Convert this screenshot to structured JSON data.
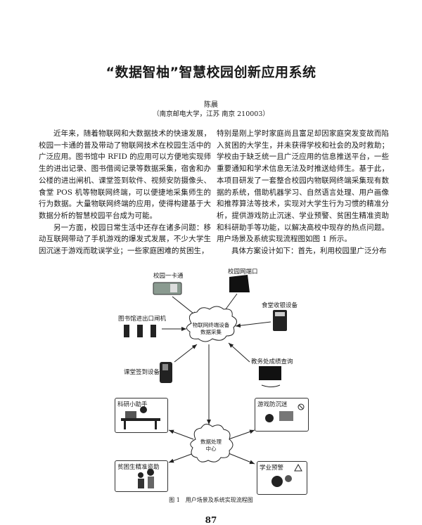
{
  "title": "“数据智柚”智慧校园创新应用系统",
  "author": "陈晨",
  "affiliation": "（南京邮电大学，江苏 南京 210003）",
  "left_column": [
    "近年来，随着物联网和大数据技术的快速发展，校园一卡通的普及带动了物联网技术在校园生活中的广泛应用。图书馆中 RFID 的应用可以方便地实现师生的进出记录、图书借阅记录等数据采集，宿舍和办公楼的进出闸机、课堂签到软件、视频安防摄像头、食堂 POS 机等物联网终端，可以便捷地采集师生的行为数据。大量物联网终端的应用，使得构建基于大数据分析的智慧校园平台成为可能。",
    "另一方面，校园日常生活中还存在诸多问题：移动互联网带动了手机游戏的爆发式发展，不少大学生因沉迷于游戏而耽误学业；一些家庭困难的贫困生，"
  ],
  "right_column": [
    "特别是刚上学时家庭尚且富足却因家庭突发变故而陷入贫困的大学生，并未获得学校和社会的及时救助；学校由于缺乏统一且广泛应用的信息推送平台，一些重要通知和学术信息无法及时推送给师生。基于此，本项目研发了一套整合校园内物联网终端采集现有数据的系统，借助机器学习、自然语言处理、用户画像和推荐算法等技术，实现对大学生行为习惯的精准分析，提供游戏防止沉迷、学业预警、贫困生精准资助和科研助手等功能，以解决高校中现存的热点问题。用户场景及系统实现流程图如图 1 所示。",
    "具体方案设计如下：首先，利用校园里广泛分布"
  ],
  "figure": {
    "inputs": {
      "campus_card": "校园一卡通",
      "network_port": "校园网端口",
      "canteen_pos": "食堂收银设备",
      "library_gate": "图书馆进出口闸机",
      "class_checkin": "课堂签到设备",
      "grade_query": "教务处成绩查询"
    },
    "collect_cloud": [
      "物联网终端设备",
      "数据采集"
    ],
    "process_cloud": [
      "数据处理",
      "中心"
    ],
    "outputs": {
      "research_assistant": "科研小助手",
      "game_addiction": "游戏防沉迷",
      "poverty_aid": "贫困生精准资助",
      "academic_warning": "学业预警"
    },
    "caption": "图 1　用户场景及系统实现流程图"
  },
  "page_number": "87"
}
